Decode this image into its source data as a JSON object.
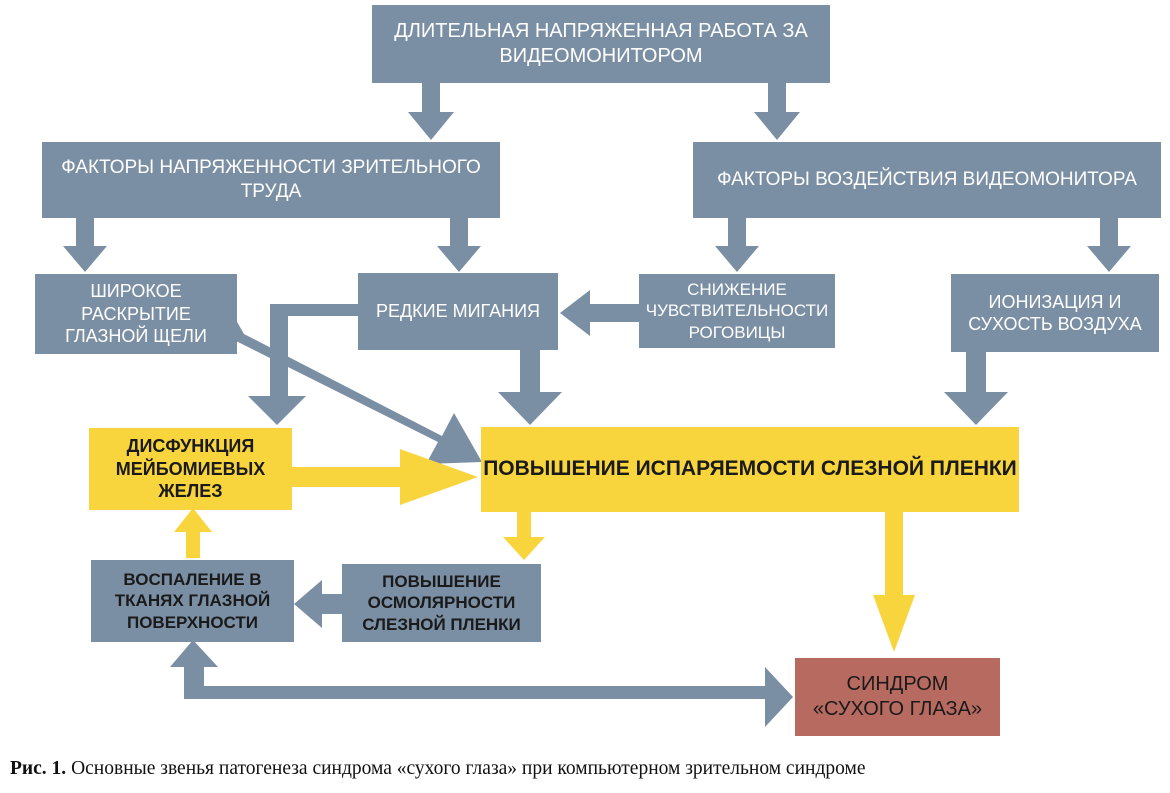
{
  "colors": {
    "node_blue": "#7b8fa4",
    "node_yellow": "#f9d53d",
    "node_red": "#b76a60",
    "arrow_blue": "#7b8fa4",
    "arrow_yellow": "#f9d53d"
  },
  "nodes": {
    "top": "ДЛИТЕЛЬНАЯ НАПРЯЖЕННАЯ РАБОТА ЗА\nВИДЕОМОНИТОРОМ",
    "visual_strain_factors": "ФАКТОРЫ НАПРЯЖЕННОСТИ ЗРИТЕЛЬНОГО ТРУДА",
    "monitor_factors": "ФАКТОРЫ ВОЗДЕЙСТВИЯ ВИДЕОМОНИТОРА",
    "wide_fissure": "ШИРОКОЕ\nРАСКРЫТИЕ\nГЛАЗНОЙ ЩЕЛИ",
    "rare_blinking": "РЕДКИЕ МИГАНИЯ",
    "reduced_sensitivity": "СНИЖЕНИЕ\nЧУВСТВИТЕЛЬНОСТИ\nРОГОВИЦЫ",
    "ionization": "ИОНИЗАЦИЯ И\nСУХОСТЬ ВОЗДУХА",
    "meibomian": "ДИСФУНКЦИЯ\nМЕЙБОМИЕВЫХ\nЖЕЛЕЗ",
    "evaporation": "ПОВЫШЕНИЕ ИСПАРЯЕМОСТИ СЛЕЗНОЙ ПЛЕНКИ",
    "inflammation": "ВОСПАЛЕНИЕ В\nТКАНЯХ ГЛАЗНОЙ\nПОВЕРХНОСТИ",
    "osmolarity": "ПОВЫШЕНИЕ\nОСМОЛЯРНОСТИ\nСЛЕЗНОЙ ПЛЕНКИ",
    "dry_eye": "СИНДРОМ\n«СУХОГО ГЛАЗА»"
  },
  "caption": {
    "label": "Рис. 1.",
    "text": " Основные звенья патогенеза синдрома «сухого глаза» при компьютерном зрительном синдроме"
  }
}
